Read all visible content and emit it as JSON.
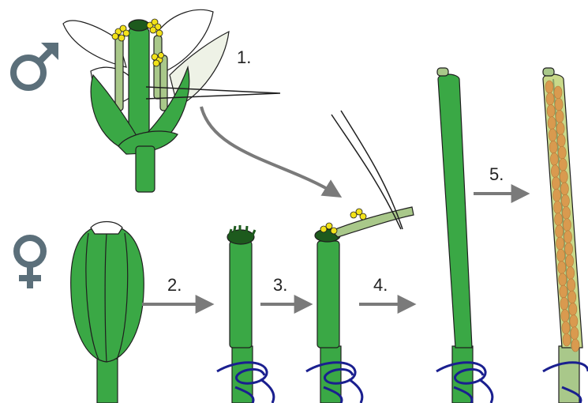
{
  "steps": {
    "s1": "1.",
    "s2": "2.",
    "s3": "3.",
    "s4": "4.",
    "s5": "5."
  },
  "symbols": {
    "male": "male-symbol",
    "female": "female-symbol"
  },
  "colors": {
    "stem_green": "#3aa845",
    "stem_outline": "#1f1f1f",
    "pale_green": "#a9c88a",
    "petal_white": "#ffffff",
    "pollen_yellow": "#f2e21a",
    "stigma_dark": "#1d5a1d",
    "seed_orange": "#d99a4f",
    "thread_blue": "#1a1f8f",
    "arrow_gray": "#7a7a7a",
    "symbol_slate": "#5b6f7a"
  }
}
